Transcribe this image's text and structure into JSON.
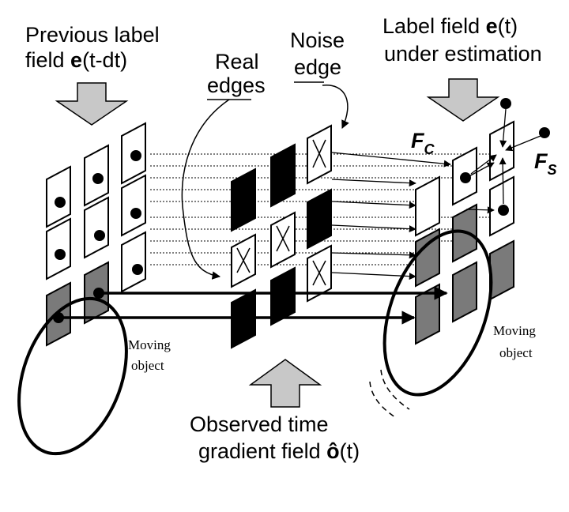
{
  "labels": {
    "previous_label_line1": "Previous label",
    "previous_label_line2_prefix": "field ",
    "previous_label_line2_bold": "e",
    "previous_label_line2_suffix": "(t-dt)",
    "real_edges_line1": "Real",
    "real_edges_line2": "edges",
    "noise_edge_line1": "Noise",
    "noise_edge_line2": "edge",
    "label_field_line1_prefix": "Label field ",
    "label_field_line1_bold": "e",
    "label_field_line1_suffix": "(t)",
    "label_field_line2": "under estimation",
    "fc_main": "F",
    "fc_sub": "C",
    "fs_main": "F",
    "fs_sub": "S",
    "moving_object_left_line1": "Moving",
    "moving_object_left_line2": "object",
    "moving_object_right_line1": "Moving",
    "moving_object_right_line2": "object",
    "observed_line1": "Observed time",
    "observed_line2_prefix": "gradient field  ",
    "observed_line2_bold": "ô",
    "observed_line2_suffix": "(t)"
  },
  "colors": {
    "arrow_fill": "#c8c8c8",
    "dark_cell": "#7a7a7a",
    "black_cell": "#000000",
    "stroke": "#000000"
  }
}
